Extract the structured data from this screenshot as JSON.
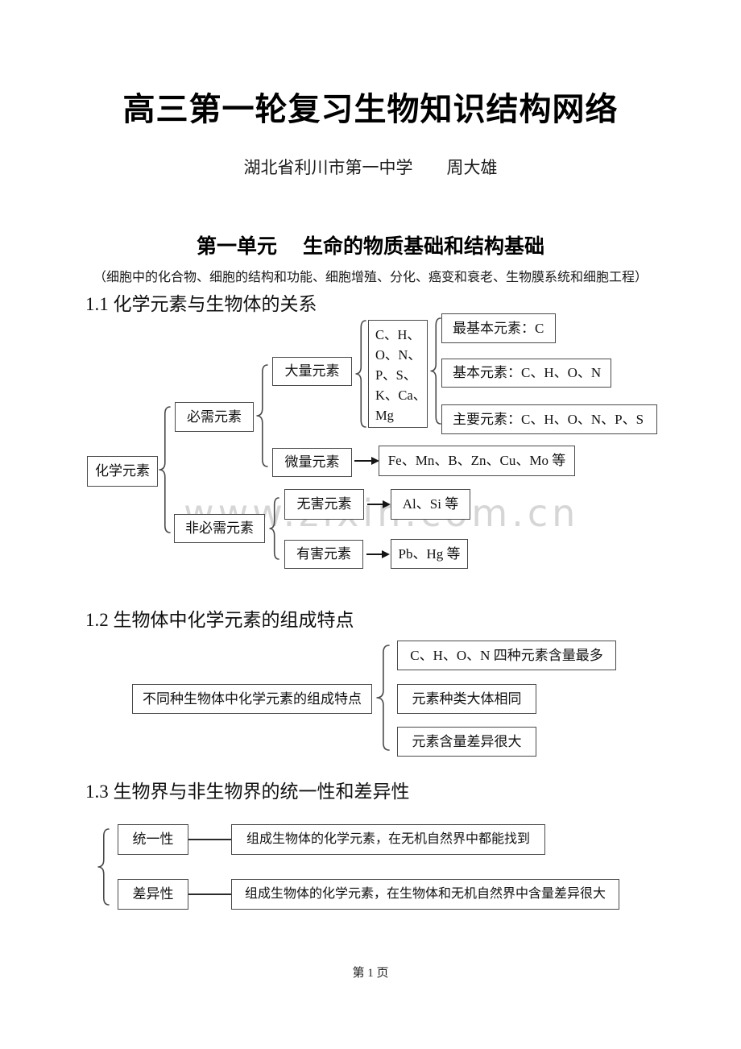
{
  "page": {
    "title": "高三第一轮复习生物知识结构网络",
    "byline": "湖北省利川市第一中学　　周大雄",
    "watermark": "www.zixin.com.cn",
    "footer": "第 1 页"
  },
  "unit": {
    "heading": "第一单元　 生命的物质基础和结构基础",
    "note": "（细胞中的化合物、细胞的结构和功能、细胞增殖、分化、癌变和衰老、生物膜系统和细胞工程）"
  },
  "s11": {
    "heading": "1.1 化学元素与生物体的关系",
    "root": "化学元素",
    "essential": "必需元素",
    "non_essential": "非必需元素",
    "macro": "大量元素",
    "micro": "微量元素",
    "macro_list": "C、H、\nO、N、\nP、S、\nK、Ca、\nMg",
    "most_basic": "最基本元素：C",
    "basic": "基本元素：C、H、O、N",
    "main_elements": "主要元素：C、H、O、N、P、S",
    "micro_list": "Fe、Mn、B、Zn、Cu、Mo 等",
    "harmless": "无害元素",
    "harmless_list": "Al、Si 等",
    "harmful": "有害元素",
    "harmful_list": "Pb、Hg 等"
  },
  "s12": {
    "heading": "1.2 生物体中化学元素的组成特点",
    "main": "不同种生物体中化学元素的组成特点",
    "points": [
      "C、H、O、N 四种元素含量最多",
      "元素种类大体相同",
      "元素含量差异很大"
    ]
  },
  "s13": {
    "heading": "1.3 生物界与非生物界的统一性和差异性",
    "unity": "统一性",
    "unity_desc": "组成生物体的化学元素，在无机自然界中都能找到",
    "difference": "差异性",
    "difference_desc": "组成生物体的化学元素，在生物体和无机自然界中含量差异很大"
  }
}
